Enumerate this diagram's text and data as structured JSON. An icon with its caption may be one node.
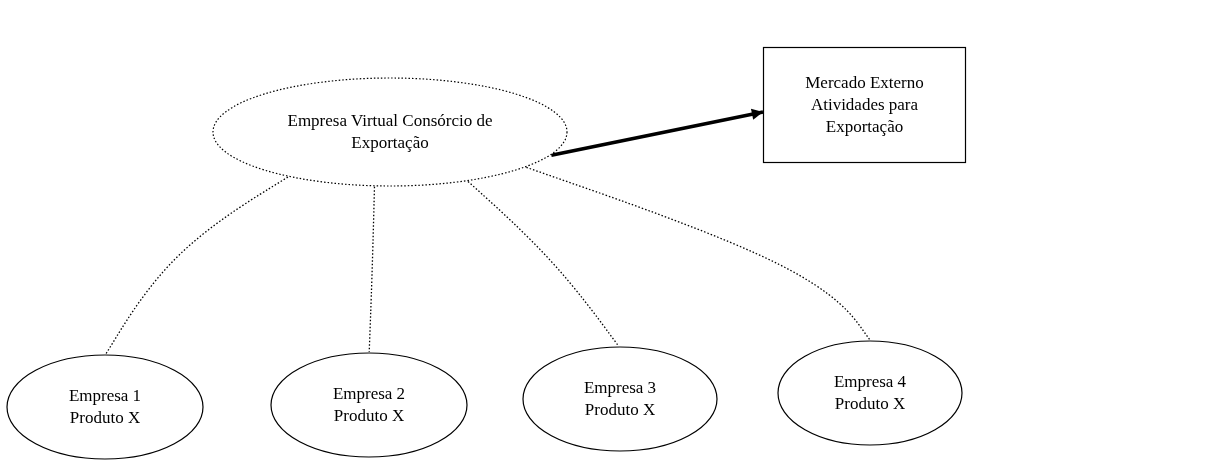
{
  "diagram": {
    "nodes": [
      {
        "text": [
          "Empresa Virtual Consórcio de Exportação"
        ]
      },
      {
        "text": [
          "Mercado Externo Atividades para Exportação"
        ]
      },
      {
        "text": [
          "Empresa 1 Produto X"
        ]
      },
      {
        "text": [
          "Empresa 2 Produto X"
        ]
      },
      {
        "text": [
          "Empresa 3 Produto X"
        ]
      },
      {
        "text": [
          "Empresa 4 Produto X"
        ]
      }
    ],
    "edges": [
      {
        "from": 0,
        "to": 1,
        "arrow": "to",
        "style": "thick"
      },
      {
        "from": 0,
        "to": 2,
        "arrow": "none",
        "style": "dashed"
      },
      {
        "from": 0,
        "to": 3,
        "arrow": "none",
        "style": "dashed"
      },
      {
        "from": 0,
        "to": 4,
        "arrow": "none",
        "style": "dashed"
      },
      {
        "from": 0,
        "to": 5,
        "arrow": "none",
        "style": "dashed"
      }
    ]
  }
}
